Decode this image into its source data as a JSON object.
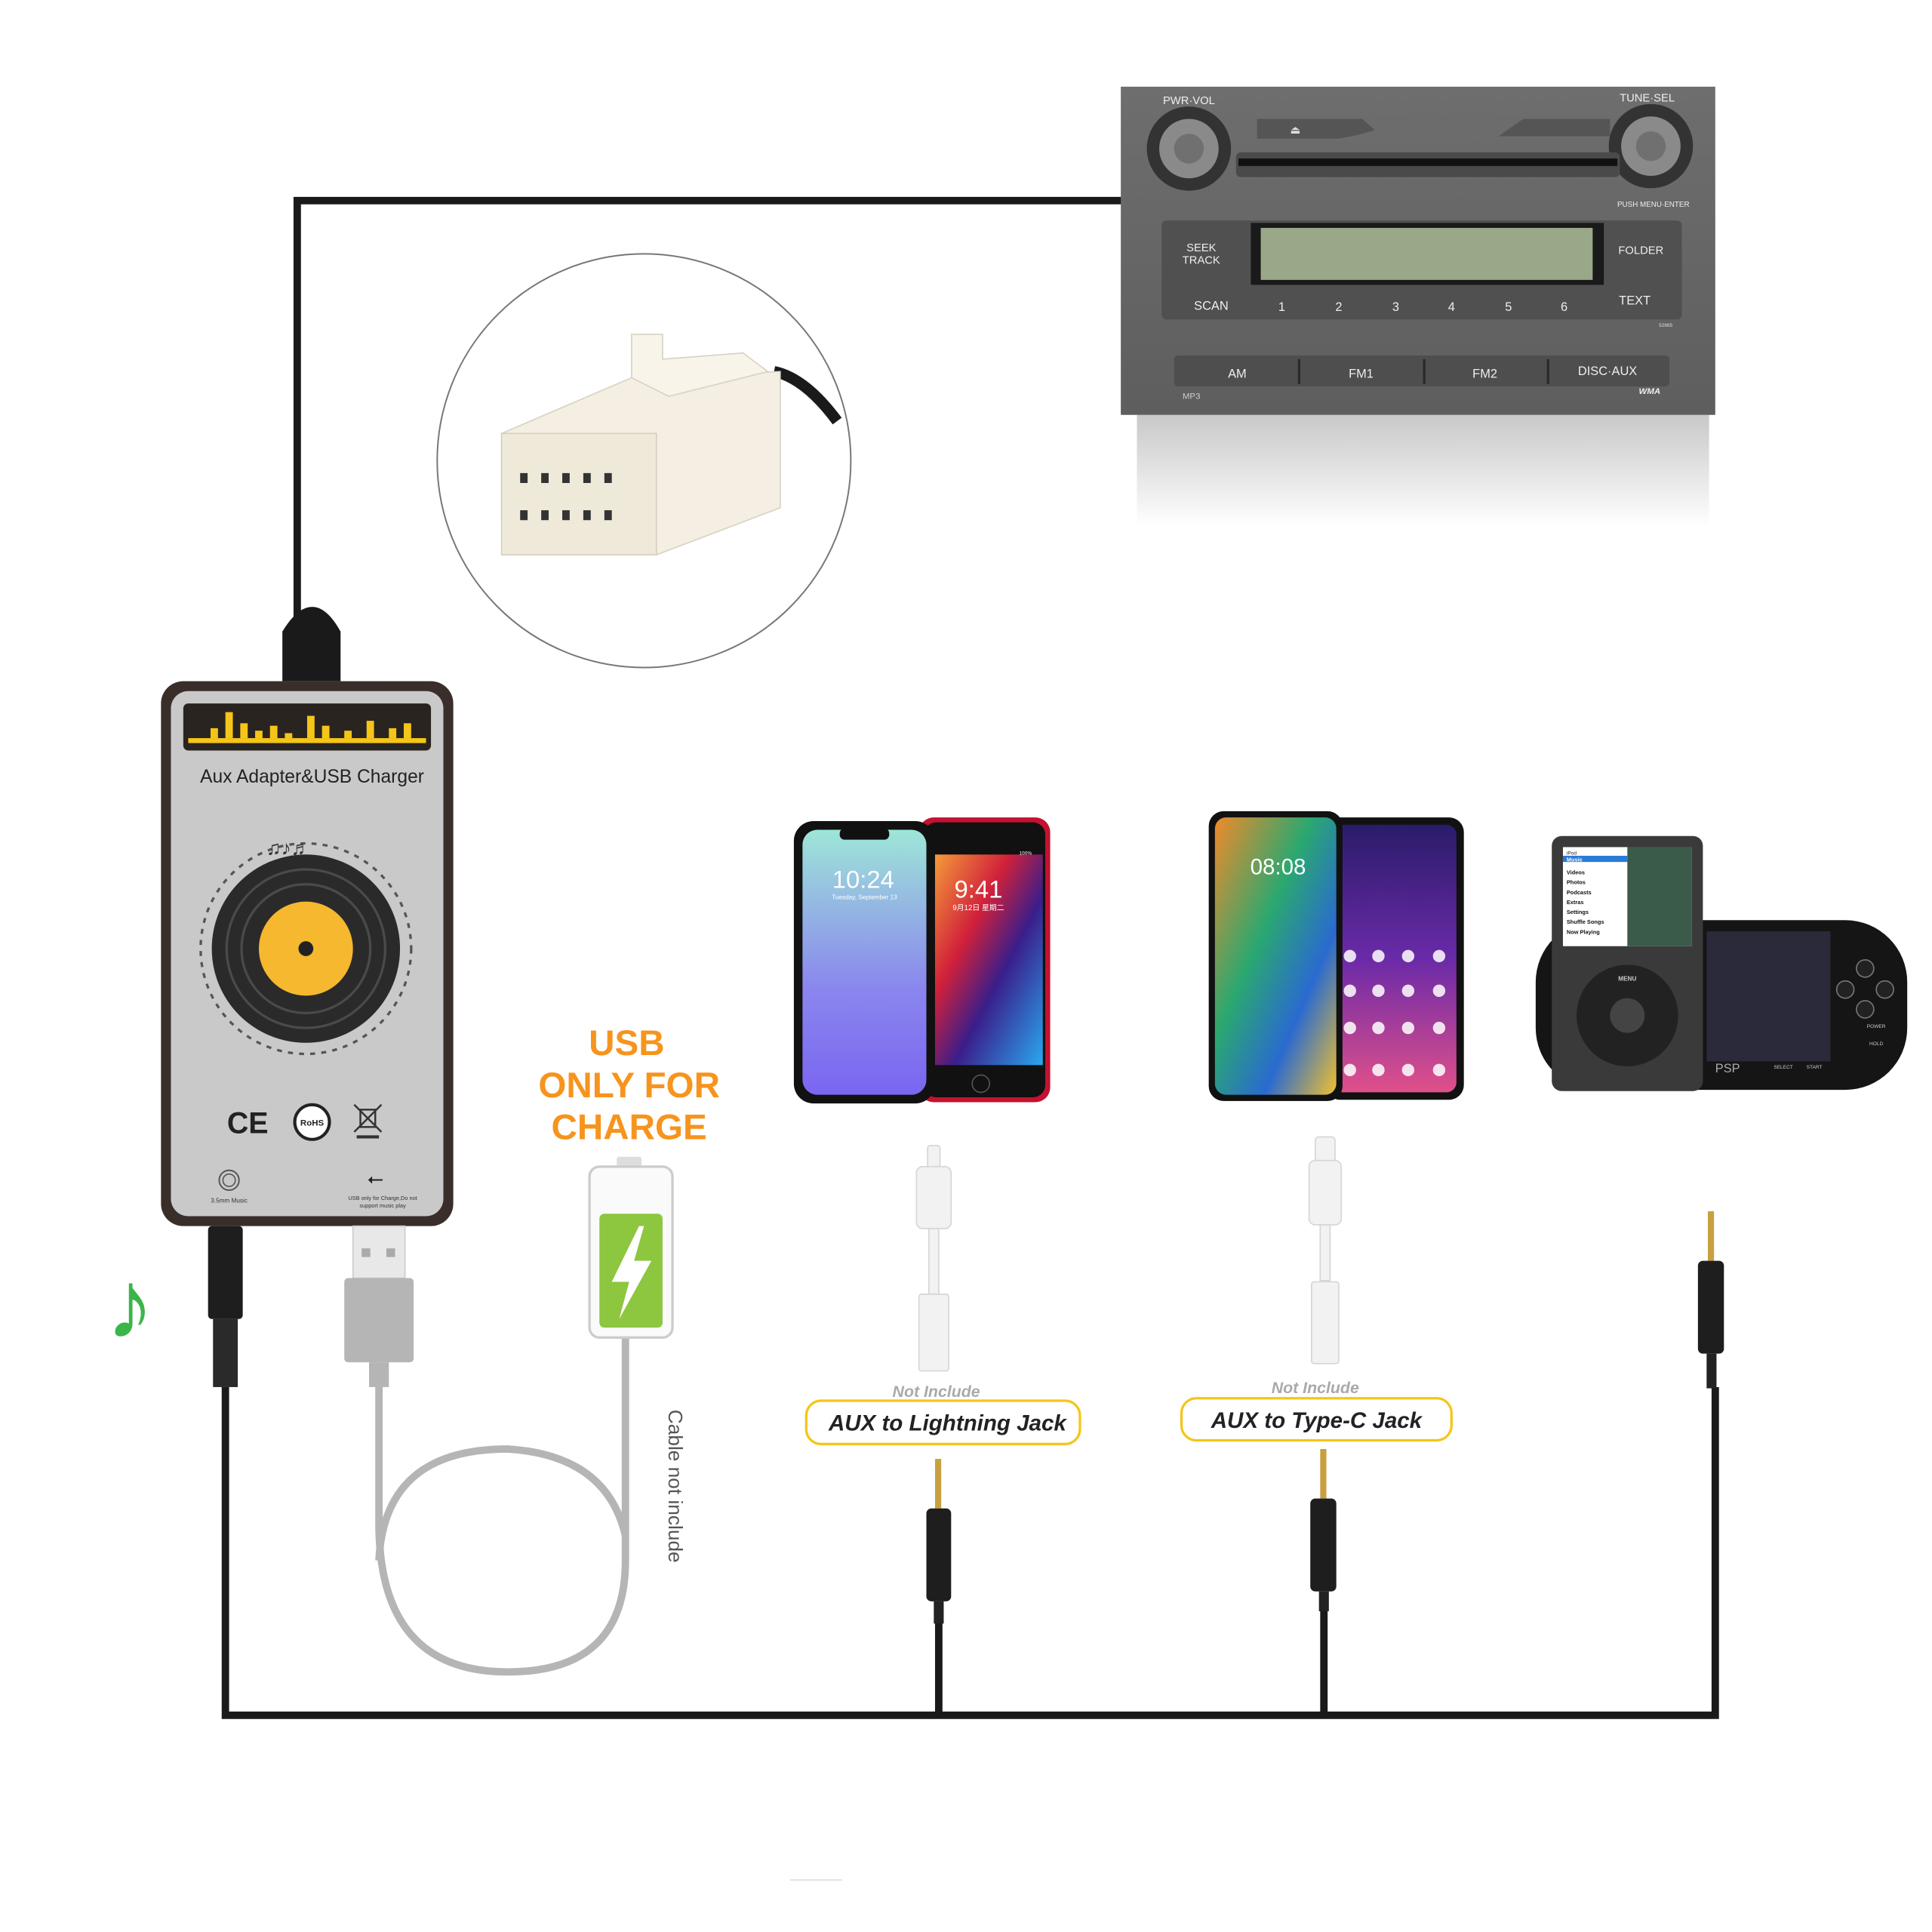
{
  "radio": {
    "pwr_vol": "PWR·VOL",
    "tune_sel": "TUNE·SEL",
    "push_menu": "PUSH MENU·ENTER",
    "seek": "SEEK",
    "track": "TRACK",
    "folder": "FOLDER",
    "scan": "SCAN",
    "text": "TEXT",
    "presets": [
      "1",
      "2",
      "3",
      "4",
      "5",
      "6"
    ],
    "bands": [
      "AM",
      "FM1",
      "FM2",
      "DISC·AUX"
    ],
    "mp3": "MP3",
    "wma": "WMA",
    "model": "52865"
  },
  "adapter": {
    "title": "Aux Adapter&USB Charger",
    "ce": "CE",
    "rohs": "RoHS",
    "jack_label": "3.5mm Music",
    "usb_label_1": "USB only for Charge,Do not",
    "usb_label_2": "support music play"
  },
  "usb_note": {
    "line1": "USB",
    "line2": "ONLY FOR",
    "line3": "CHARGE",
    "color": "#f7941d"
  },
  "cable_note": "Cable not include",
  "phones": {
    "iphone_x_time": "10:24",
    "iphone_x_date": "Tuesday, September 13",
    "iphone_8_time": "9:41",
    "iphone_8_date": "9月12日 星期二",
    "iphone_8_battery": "100%",
    "huawei_time": "08:08"
  },
  "ipod": {
    "header": "iPod",
    "menu": [
      "Music",
      "Videos",
      "Photos",
      "Podcasts",
      "Extras",
      "Settings",
      "Shuffle Songs",
      "Now Playing"
    ],
    "wheel_menu": "MENU"
  },
  "psp": {
    "logo": "PSP",
    "power": "POWER",
    "hold": "HOLD",
    "select": "SELECT",
    "start": "START"
  },
  "adapters": [
    {
      "note": "Not Include",
      "label": "AUX to Lightning Jack"
    },
    {
      "note": "Not Include",
      "label": "AUX to Type-C Jack"
    }
  ],
  "colors": {
    "label_border": "#f5c518",
    "battery_green": "#8dc63f",
    "note_green": "#3bb54a",
    "cable": "#1a1a1a"
  }
}
